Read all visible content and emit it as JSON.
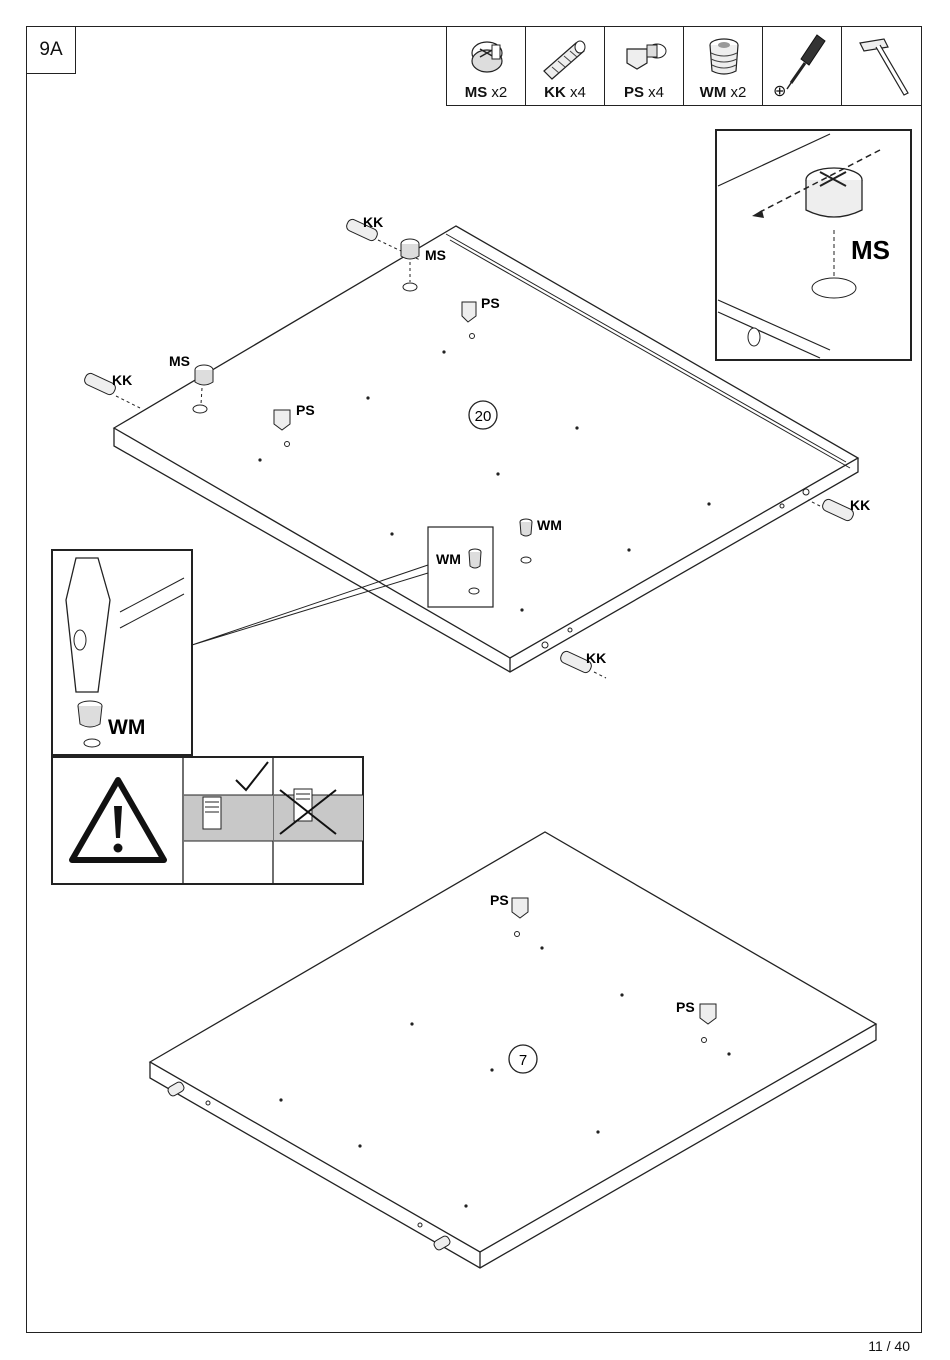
{
  "step": "9A",
  "parts": [
    {
      "code": "MS",
      "qty": "x2",
      "icon": "cam-lock-icon"
    },
    {
      "code": "KK",
      "qty": "x4",
      "icon": "dowel-icon"
    },
    {
      "code": "PS",
      "qty": "x4",
      "icon": "shelf-support-icon"
    },
    {
      "code": "WM",
      "qty": "x2",
      "icon": "insert-nut-icon"
    },
    {
      "code": "",
      "qty": "⊕",
      "icon": "phillips-screwdriver-icon"
    },
    {
      "code": "",
      "qty": "",
      "icon": "hammer-icon"
    }
  ],
  "detail_ms": {
    "label": "MS"
  },
  "detail_wm": {
    "label": "WM"
  },
  "panel_top": {
    "number": "20",
    "labels": {
      "kk1": "KK",
      "kk2": "KK",
      "kk3": "KK",
      "kk4": "KK",
      "ms1": "MS",
      "ms2": "MS",
      "ps1": "PS",
      "ps2": "PS",
      "wm1": "WM",
      "wm_callout": "WM"
    }
  },
  "panel_bottom": {
    "number": "7",
    "labels": {
      "ps1": "PS",
      "ps2": "PS"
    }
  },
  "page_number": "11 / 40"
}
